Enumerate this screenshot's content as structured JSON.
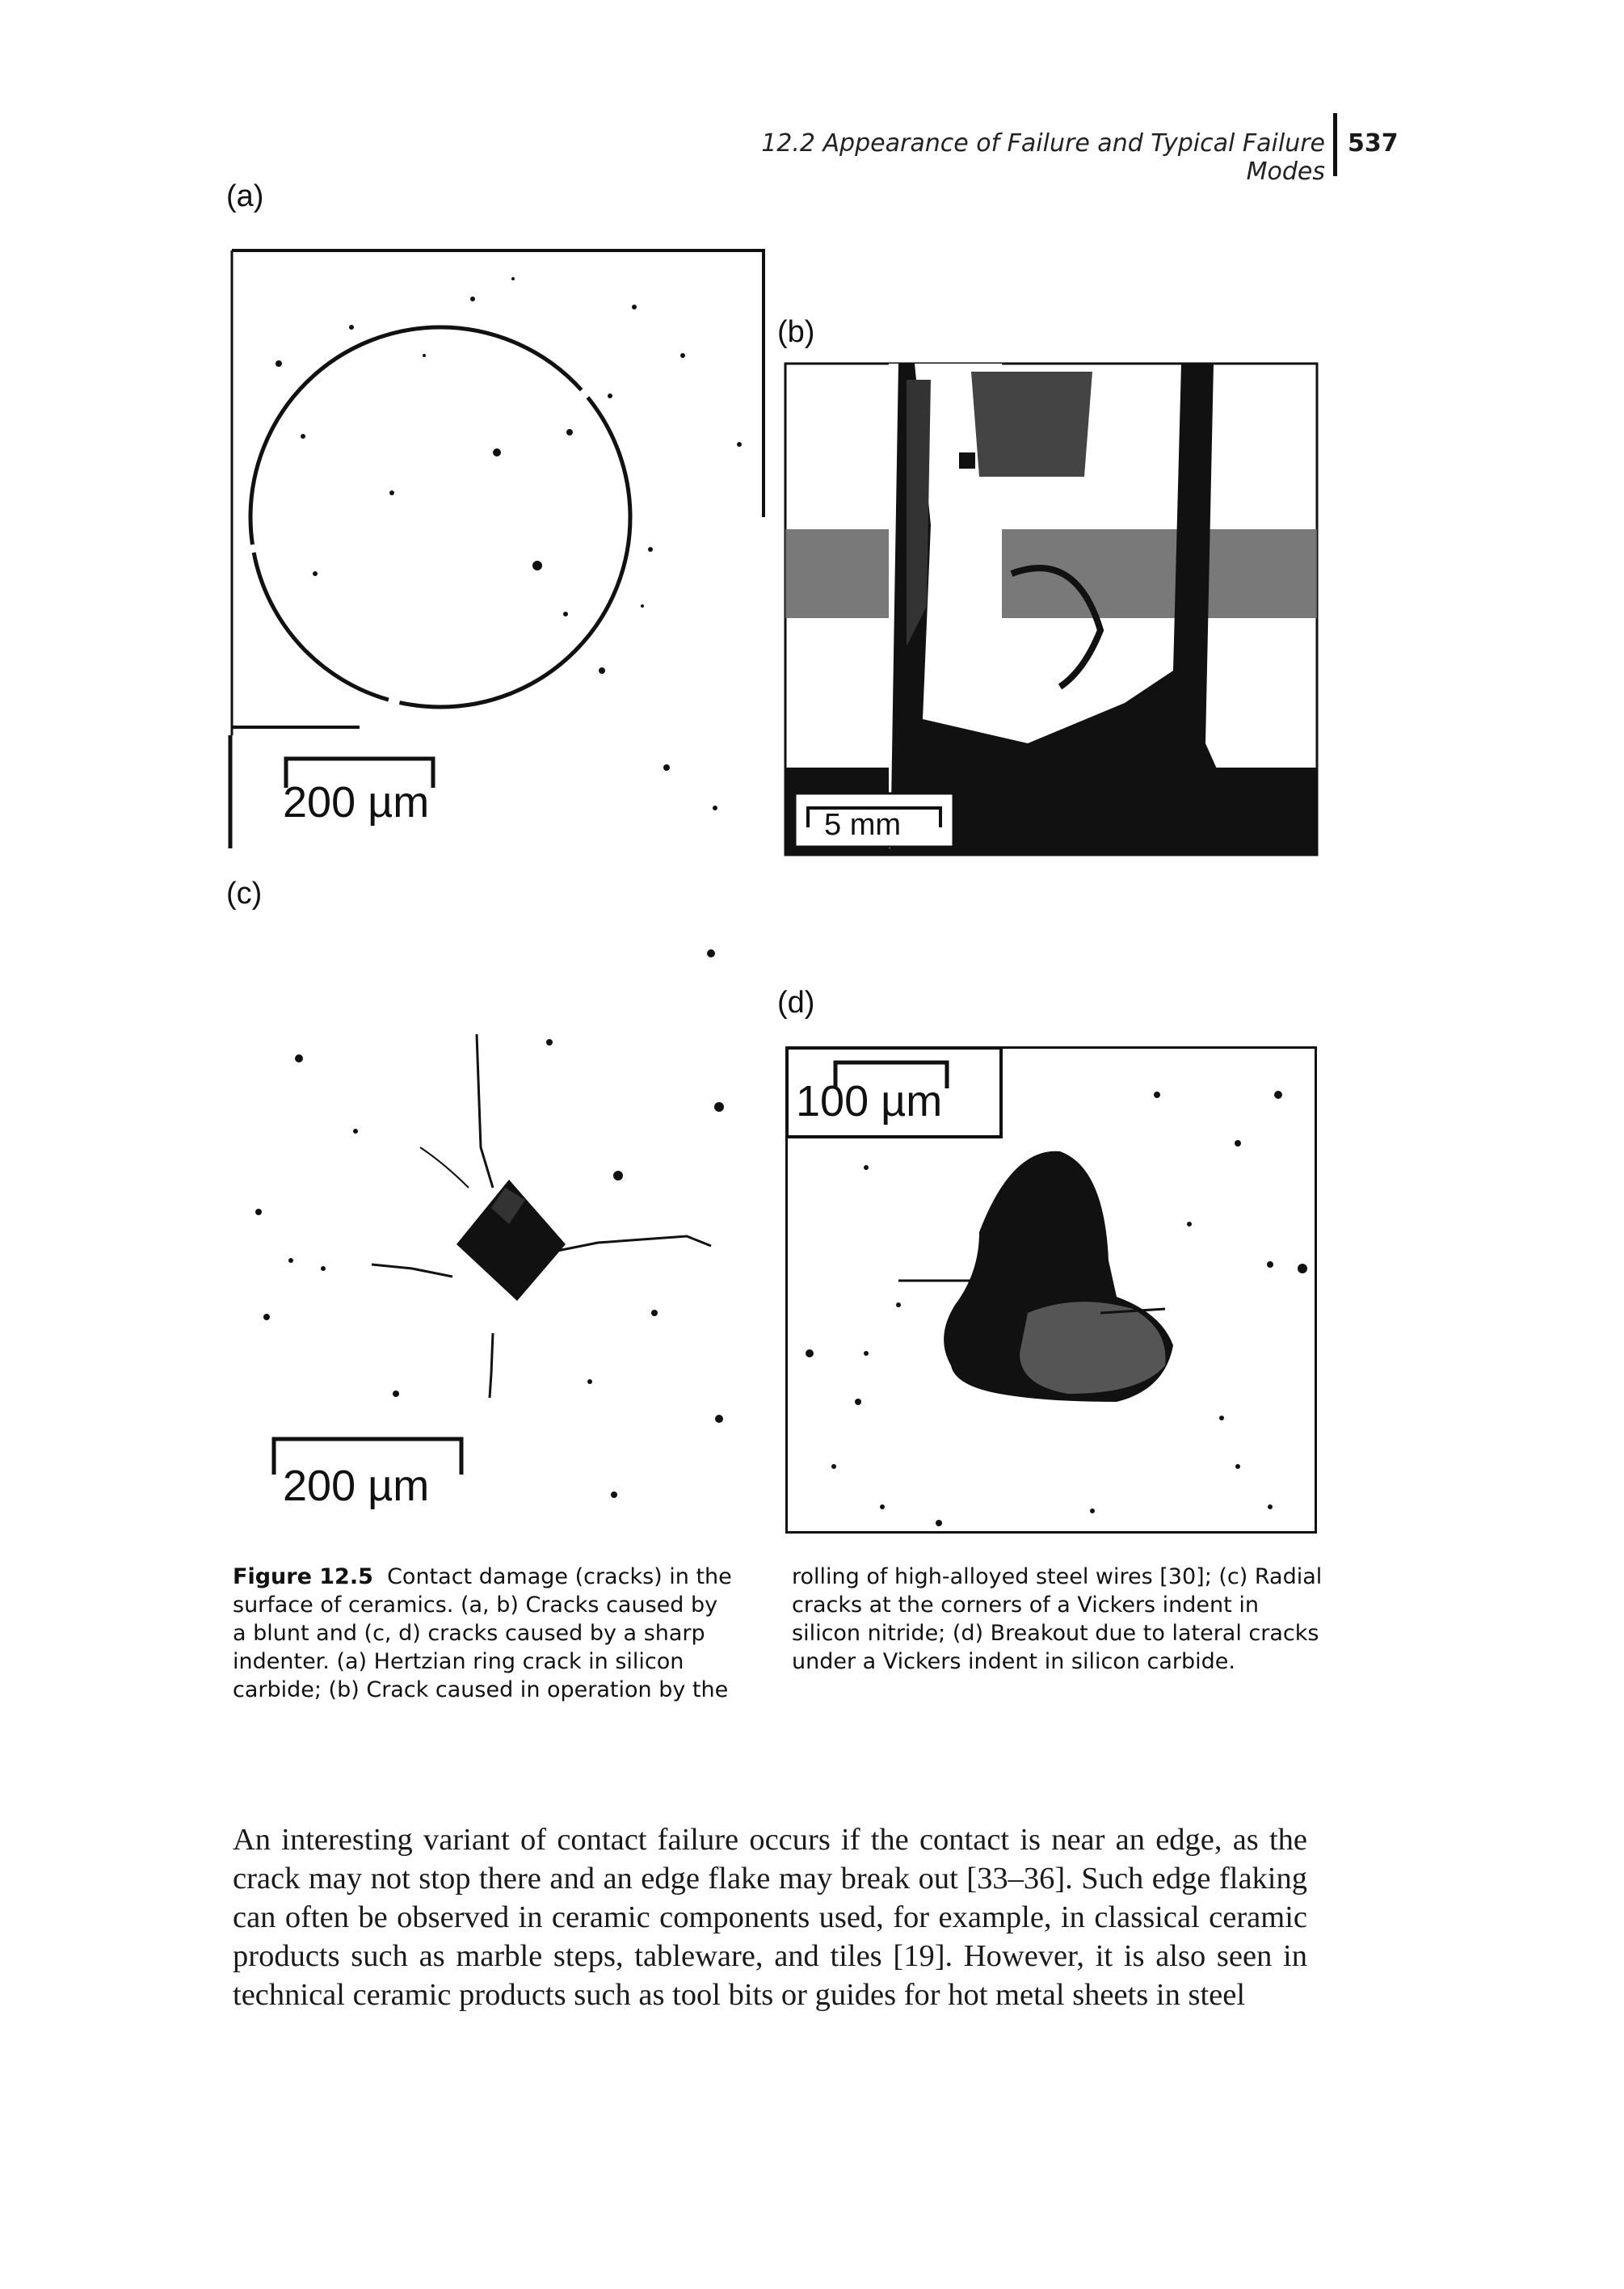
{
  "header": {
    "running_title": "12.2 Appearance of Failure and Typical Failure Modes",
    "page_number": "537"
  },
  "figure": {
    "panels": {
      "a": {
        "label": "(a)",
        "scale_bar": "200 µm"
      },
      "b": {
        "label": "(b)",
        "scale_bar": "5 mm"
      },
      "c": {
        "label": "(c)",
        "scale_bar": "200 µm"
      },
      "d": {
        "label": "(d)",
        "scale_bar": "100 µm"
      }
    },
    "caption": {
      "number": "Figure 12.5",
      "left_lines": [
        "Contact damage (cracks) in the",
        "surface of ceramics. (a, b) Cracks caused by",
        "a blunt and (c, d) cracks caused by a sharp",
        "indenter. (a) Hertzian ring crack in silicon",
        "carbide; (b) Crack caused in operation by the"
      ],
      "right_lines": [
        "rolling of high-alloyed steel wires [30]; (c) Radial",
        "cracks at the corners of a Vickers indent in",
        "silicon nitride; (d) Breakout due to lateral cracks",
        "under a Vickers indent in silicon carbide."
      ]
    }
  },
  "body_paragraph": "An interesting variant of contact failure occurs if the contact is near an edge, as the crack may not stop there and an edge flake may break out [33–36]. Such edge flaking can often be observed in ceramic components used, for example, in classical ceramic products such as marble steps, tableware, and tiles [19]. However, it is also seen in technical ceramic products such as tool bits or guides for hot metal sheets in steel"
}
